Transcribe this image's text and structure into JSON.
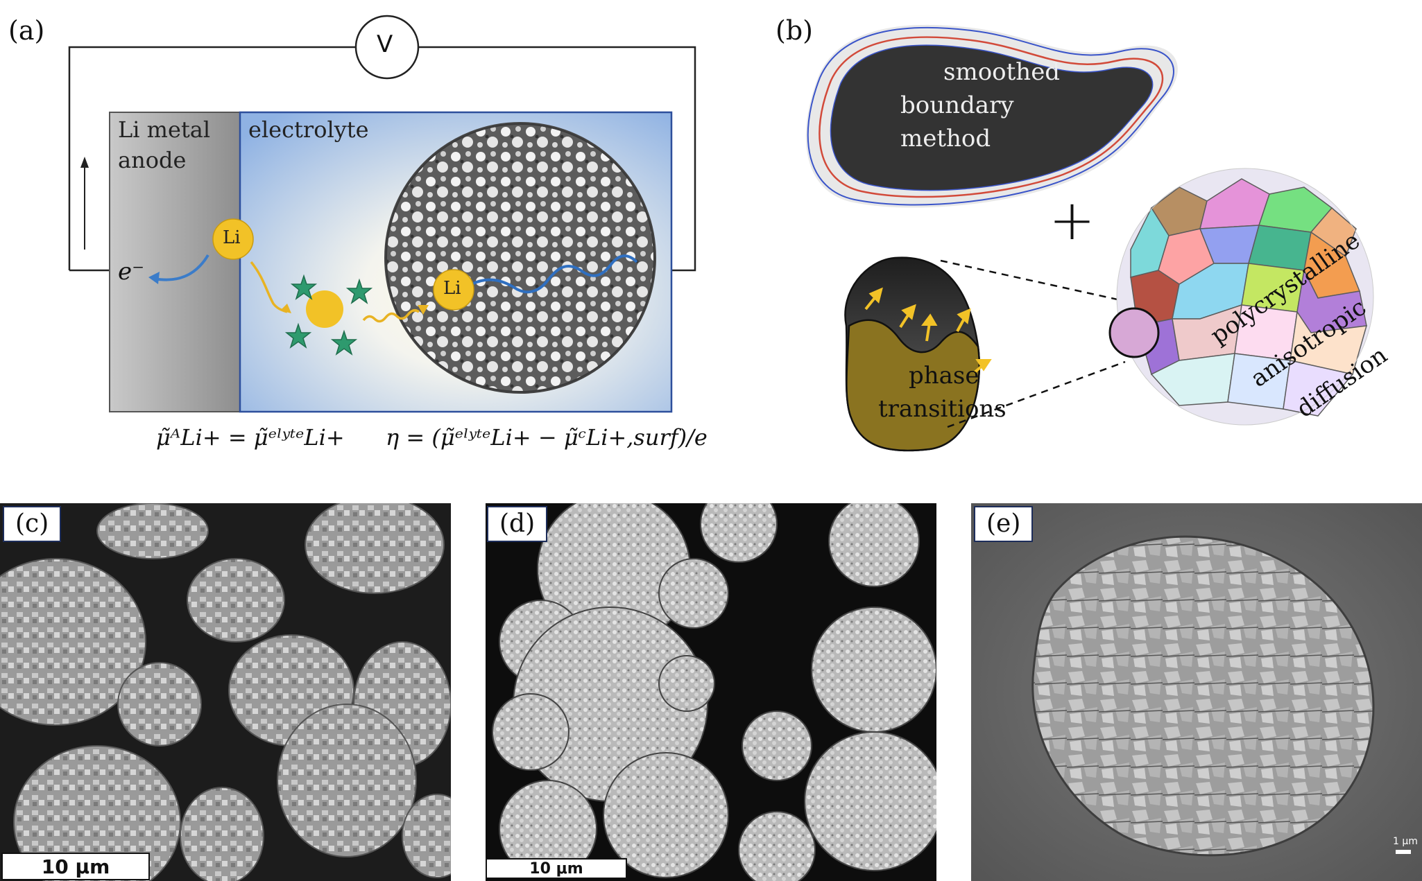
{
  "panels": {
    "a": {
      "label": "(a)",
      "voltmeter": "V",
      "anode_label": "Li metal anode",
      "anode_line1": "Li metal",
      "anode_line2": "anode",
      "electrolyte_label": "electrolyte",
      "electron": "e⁻",
      "li_ion_1": "Li",
      "li_ion_2": "Li",
      "eq_left": "μ̃ᴬLi+ = μ̃ᵉˡʸᵗᵉLi+",
      "eq_right": "η = (μ̃ᵉˡʸᵗᵉLi+ − μ̃ᶜLi+,surf)/e"
    },
    "b": {
      "label": "(b)",
      "sbm_line1": "smoothed",
      "sbm_line2": "boundary",
      "sbm_line3": "method",
      "plus": "+",
      "phase_line1": "phase",
      "phase_line2": "transitions",
      "poly_line1": "polycrystalline",
      "poly_line2": "anisotropic",
      "poly_line3": "diffusion"
    },
    "c": {
      "label": "(c)",
      "scale": "10 μm"
    },
    "d": {
      "label": "(d)",
      "scale": "10 μm"
    },
    "e": {
      "label": "(e)",
      "scale": "1 μm"
    }
  },
  "colors": {
    "anode_gray": "#9a9a9a",
    "electrolyte_blue": "#a9c3e8",
    "li_yellow": "#f2c227",
    "star_green": "#2e9a6e",
    "path_blue": "#2f6fc0",
    "phase_olive": "#8a7320"
  }
}
